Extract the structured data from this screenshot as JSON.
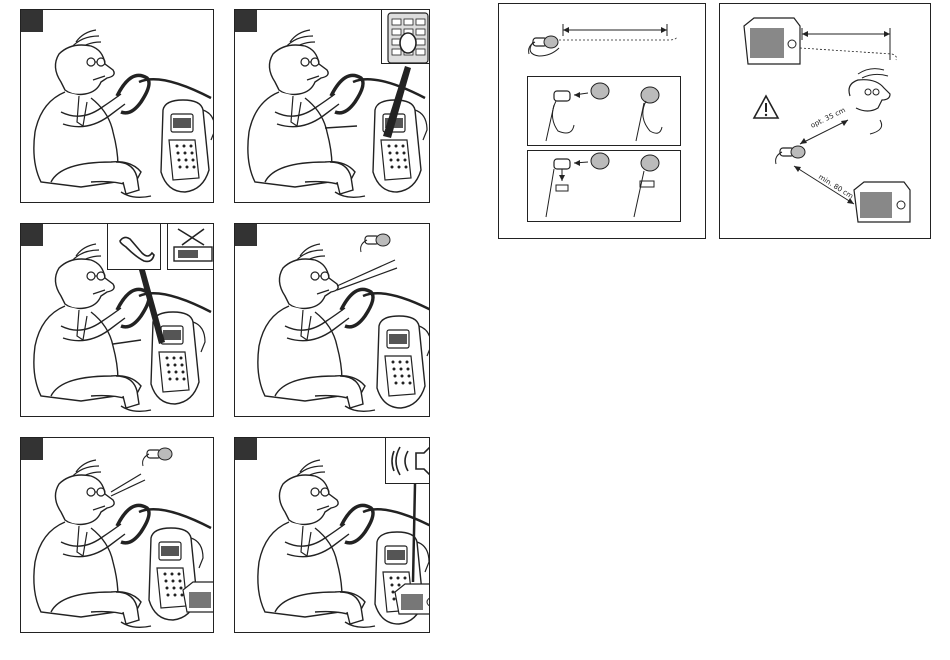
{
  "panels": [
    {
      "id": "step-1",
      "marker": "",
      "insets": []
    },
    {
      "id": "step-2",
      "marker": "",
      "insets": [
        "keypad"
      ]
    },
    {
      "id": "step-3",
      "marker": "",
      "insets": [
        "handset-icon",
        "no-radio-icon"
      ]
    },
    {
      "id": "step-4",
      "marker": "",
      "insets": [
        "microphone"
      ]
    },
    {
      "id": "step-5",
      "marker": "",
      "insets": [
        "microphone"
      ]
    },
    {
      "id": "step-6",
      "marker": "",
      "insets": [
        "speaker-icon"
      ]
    }
  ],
  "mic_placement": {
    "distance_label_1": "opt. 35 cm",
    "distance_label_2": "min. 80 cm"
  },
  "colors": {
    "ink": "#222222",
    "marker": "#333333"
  }
}
